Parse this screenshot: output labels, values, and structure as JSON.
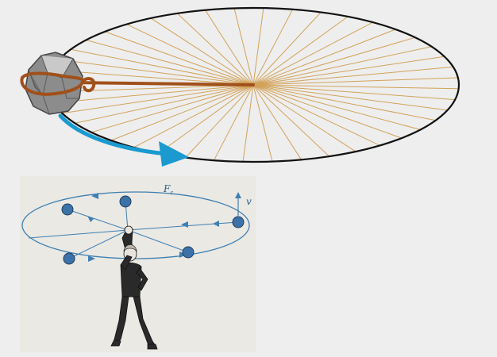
{
  "diagram": {
    "top_figure": {
      "objects": [
        "rock-stone",
        "rope",
        "elliptical-path",
        "radial-rays",
        "velocity-arrow"
      ],
      "colors": {
        "rope": "#a0501a",
        "rays": "#d2a25a",
        "path": "#111111",
        "arrow": "#1b9ad0",
        "rock": "#8c8c8c"
      }
    },
    "bottom_figure": {
      "force_label": "F",
      "force_subscript": "c",
      "velocity_label": "v",
      "ball_count": 5,
      "colors": {
        "orbit": "#3f7fb2",
        "ball": "#3c72a8",
        "figure": "#2a2a2a",
        "panel": "#ebe9e4"
      }
    }
  }
}
